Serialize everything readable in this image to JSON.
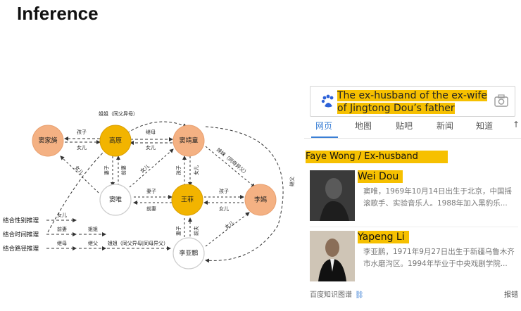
{
  "slide": {
    "title": "Inference"
  },
  "graph": {
    "nodes": {
      "dou_jiayi": "窦家旖",
      "gao_yuan": "高原",
      "dou_jingtong": "窦靖童",
      "dou_wei": "窦唯",
      "wang_fei": "王菲",
      "li_yan": "李嫣",
      "li_yapeng": "李亚鹏"
    },
    "edges": {
      "top_arc": "姐姐（同父异母）",
      "haizi_1": "孩子",
      "nver_1": "女儿",
      "jimu": "继母",
      "nver_2": "女儿",
      "qizi_1": "妻子",
      "qianqi_1": "前妻",
      "nver_3": "女儿",
      "haizi_2": "孩子",
      "nver_4": "女儿",
      "meimei_diag": "妹妹（同母异父）",
      "jifu": "继父",
      "qizi_2": "妻子",
      "qianqi_2": "前妻",
      "haizi_3": "孩子",
      "nver_5": "女儿",
      "nver_6": "女儿",
      "qizi_3": "妻子",
      "qianfu": "前夫",
      "nver_7": "女儿",
      "jiejie_bottom": "姐姐（同父异母|同母异父）"
    },
    "legend": {
      "row1": "结合性别推理",
      "row1_label": "女儿",
      "row2": "结合时间推理",
      "row2_label_a": "前妻",
      "row2_label_b": "姐姐",
      "row3": "结合路径推理",
      "row3_label_a": "继母",
      "row3_label_b": "继父"
    },
    "colors": {
      "peach": "#f4b183",
      "gold": "#f2b400",
      "white_node": "#ffffff",
      "node_border": "#cccccc"
    }
  },
  "search": {
    "query": "The ex-husband of the ex-wife of Jingtong Dou’s father",
    "search_icon": "baidu-paw-icon",
    "camera_icon": "camera-icon",
    "tabs": [
      "网页",
      "地图",
      "贴吧",
      "新闻",
      "知道",
      "↑"
    ],
    "answer_header": "Faye Wong / Ex-husband",
    "results": [
      {
        "name": "Wei Dou",
        "desc": "窦唯，1969年10月14日出生于北京，中国摇滚歌手、实验音乐人。1988年加入黑豹乐..."
      },
      {
        "name": "Yapeng Li",
        "desc": "李亚鹏，1971年9月27日出生于新疆乌鲁木齐市水磨沟区。1994年毕业于中央戏剧学院..."
      }
    ],
    "footer": {
      "source": "百度知识图谱",
      "report": "报错"
    },
    "accent": "#3a7fd5",
    "highlight": "#f6c000"
  }
}
